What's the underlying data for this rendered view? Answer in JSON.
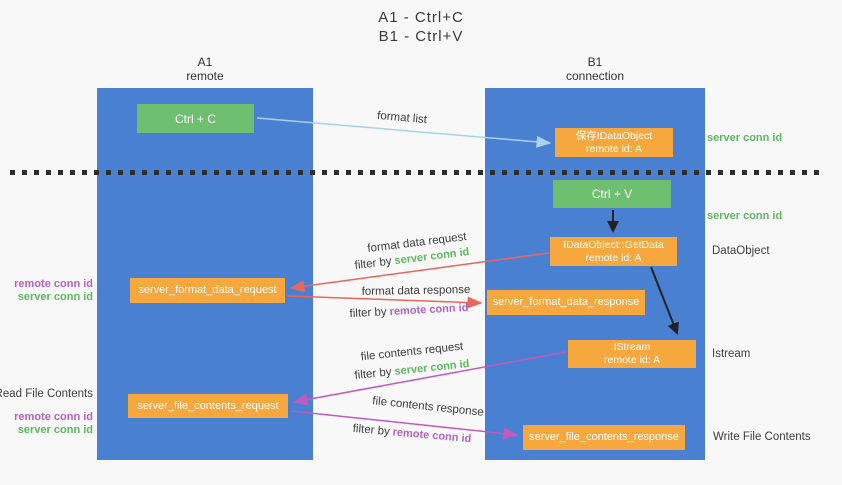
{
  "title": {
    "line1": "A1 - Ctrl+C",
    "line2": "B1 - Ctrl+V"
  },
  "columns": {
    "a1": {
      "name": "A1",
      "subtitle": "remote"
    },
    "b1": {
      "name": "B1",
      "subtitle": "connection"
    }
  },
  "nodes": {
    "ctrl_c": "Ctrl + C",
    "ctrl_v": "Ctrl + V",
    "save_idataobject": {
      "line1": "保存IDataObject",
      "line2": "remote id: A"
    },
    "getdata": {
      "line1": "IDataObject::GetData",
      "line2": "remote id: A"
    },
    "istream": {
      "line1": "IStream",
      "line2": "remote id: A"
    },
    "format_request": "server_format_data_request",
    "format_response": "server_format_data_response",
    "file_request": "server_file_contents_request",
    "file_response": "server_file_contents_response"
  },
  "annotations": {
    "server_conn_id": "server conn id",
    "remote_conn_id": "remote conn id",
    "dataobject": "DataObject",
    "istream": "Istream",
    "read_file_contents": "Read File Contents",
    "write_file_contents": "Write File Contents"
  },
  "arrow_labels": {
    "format_list": "format list",
    "format_data_request": "format data request",
    "format_data_response": "format data response",
    "file_contents_request": "file contents request",
    "file_contents_response": "file contents response",
    "filter_by": "filter by"
  },
  "colors": {
    "column_blue": "#4a80d2",
    "box_green": "#6ebf70",
    "box_orange": "#f6a83e",
    "server_conn_green": "#5cb860",
    "remote_conn_purple": "#b760c7",
    "arrow_red": "#e9665c",
    "arrow_magenta": "#c159be",
    "arrow_lightblue": "#a6d3f2",
    "arrow_black": "#222222"
  }
}
